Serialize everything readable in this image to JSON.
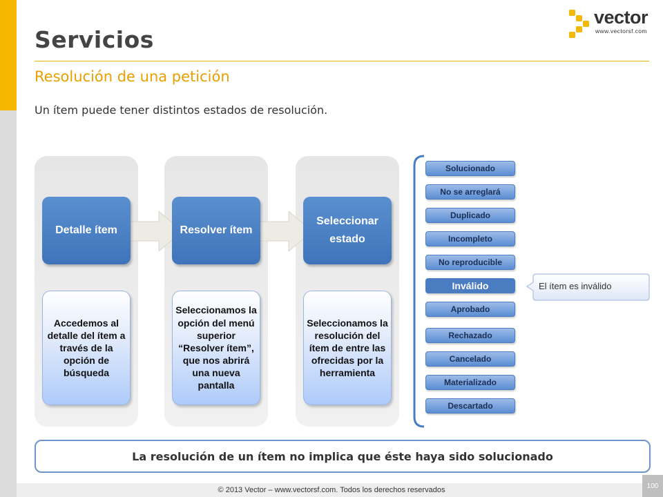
{
  "title": "Servicios",
  "subtitle": "Resolución de una petición",
  "intro": "Un ítem puede tener distintos estados de resolución.",
  "logo": {
    "word": "vector",
    "url": "www.vectorsf.com"
  },
  "steps": [
    {
      "label": "Detalle ítem",
      "description": "Accedemos al detalle del ítem a través de la opción de búsqueda"
    },
    {
      "label": "Resolver ítem",
      "description": "Seleccionamos la opción del menú superior “Resolver ítem”, que nos abrirá una nueva pantalla"
    },
    {
      "label": "Seleccionar estado",
      "description": "Seleccionamos la resolución del ítem de entre las ofrecidas por la herramienta"
    }
  ],
  "statuses": [
    "Solucionado",
    "No se arreglará",
    "Duplicado",
    "Incompleto",
    "No reproducible",
    "Inválido",
    "Aprobado",
    "Rechazado",
    "Cancelado",
    "Materializado",
    "Descartado"
  ],
  "selected_status": "Inválido",
  "callout": "El ítem es inválido",
  "conclusion": "La resolución de un ítem no implica que éste haya sido solucionado",
  "footer": "© 2013 Vector – www.vectorsf.com. Todos los derechos reservados",
  "page_number": "100",
  "colors": {
    "accent": "#f5b800",
    "subtitle": "#e8a000",
    "step_blue": "#4a7cc2",
    "border_blue": "#6f93cd"
  }
}
